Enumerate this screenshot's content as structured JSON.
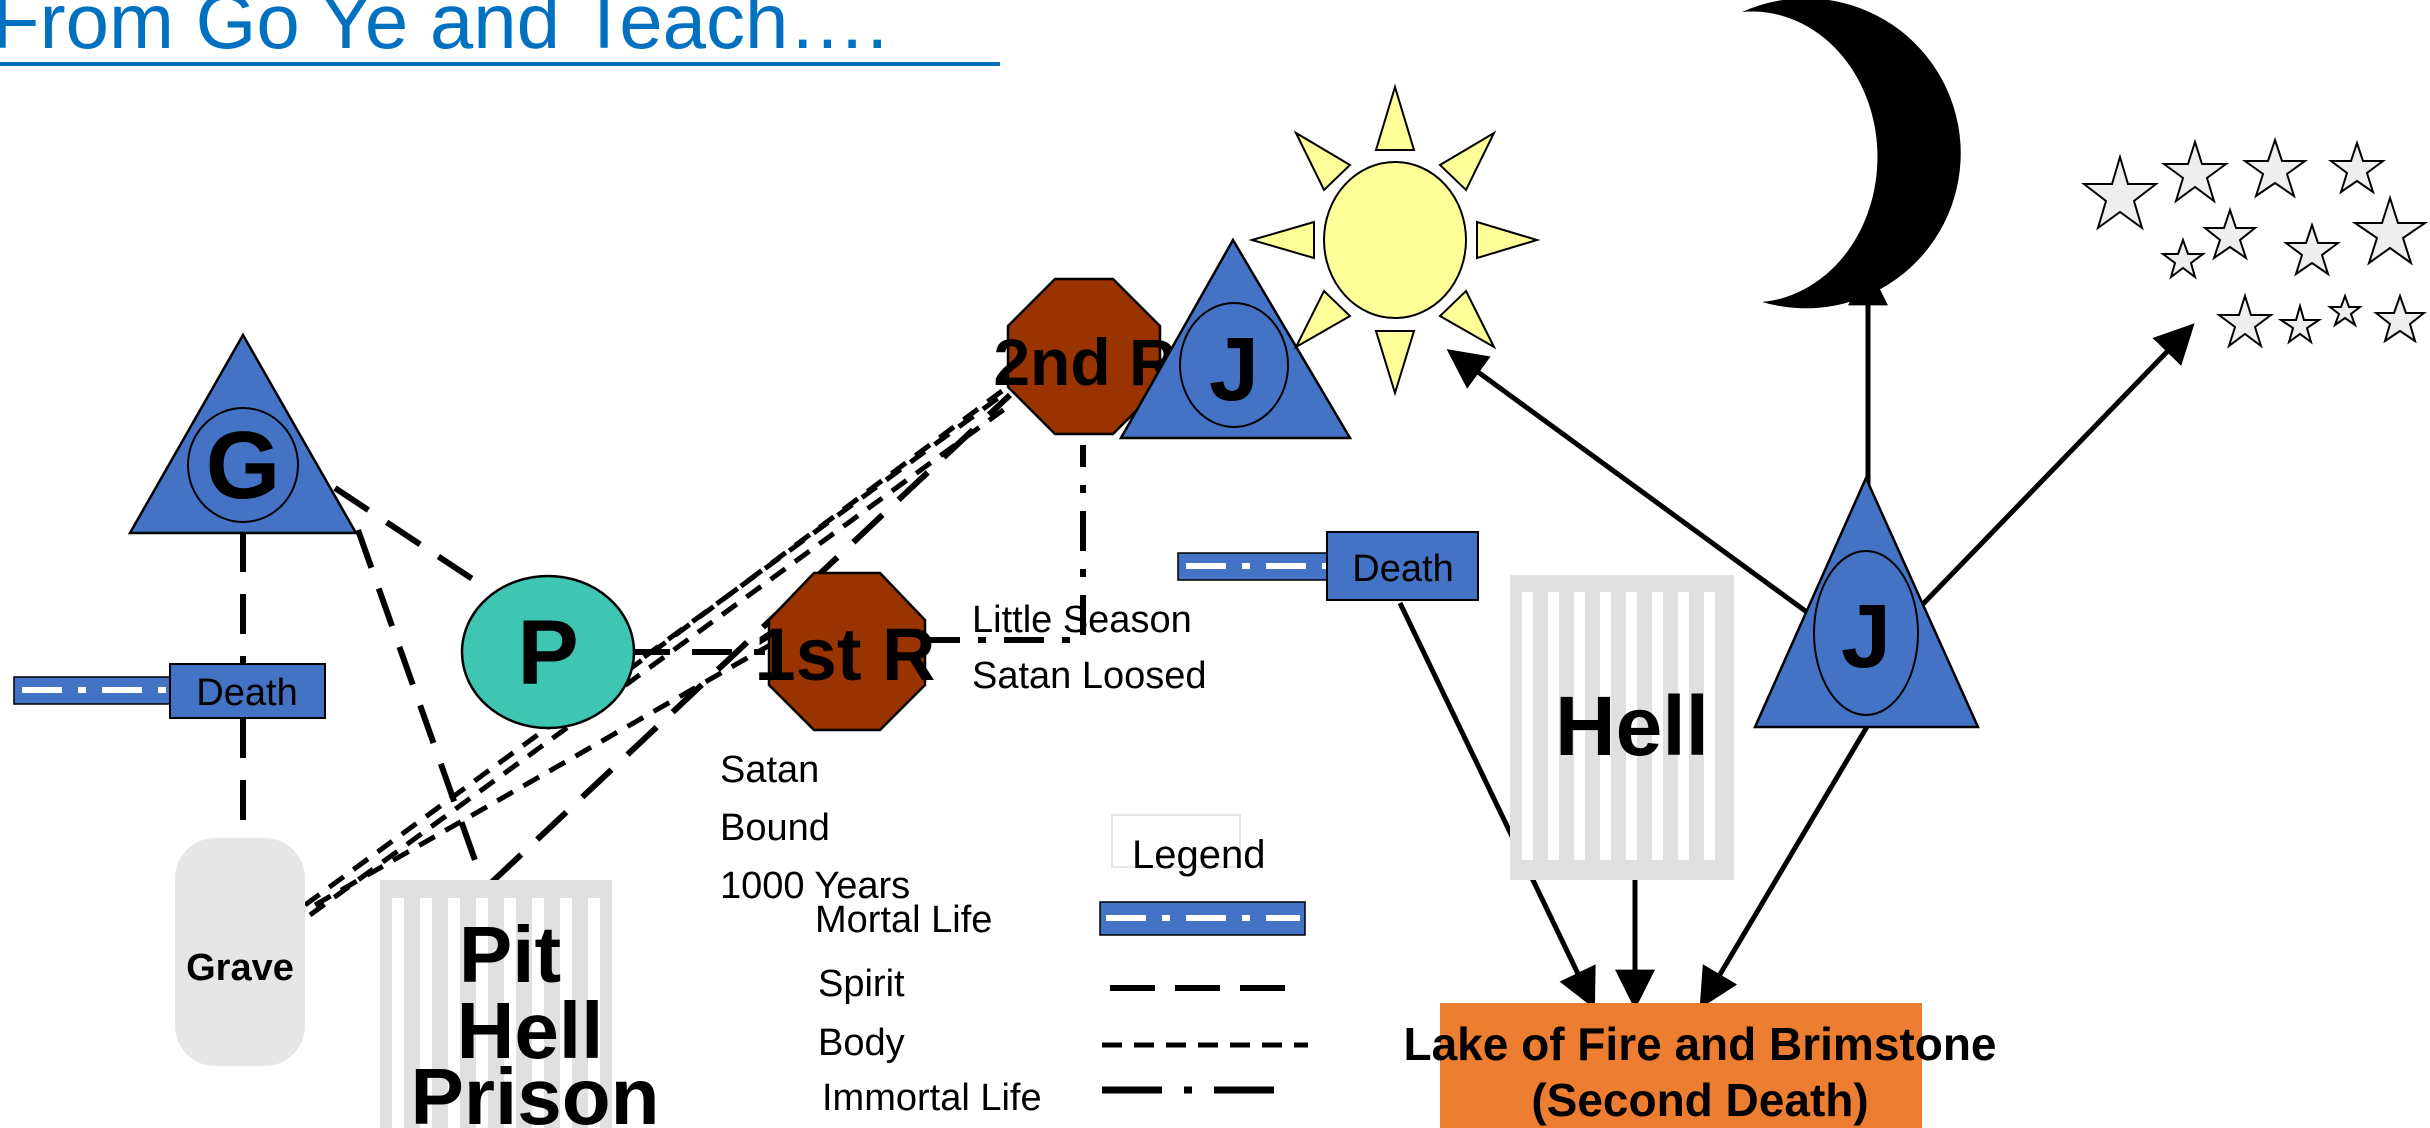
{
  "title": {
    "text": "From Go Ye and Teach…."
  },
  "nodes": {
    "god": "G",
    "paradise": "P",
    "first_resurrection": "1st R",
    "second_resurrection": "2nd R",
    "judgment_1": "J",
    "judgment_2": "J",
    "grave": "Grave",
    "pit_line1": "Pit",
    "pit_line2": "Hell",
    "pit_line3": "Prison",
    "hell": "Hell",
    "lake_line1": "Lake of Fire and Brimstone",
    "lake_line2": "(Second Death)"
  },
  "labels": {
    "death_left": "Death",
    "death_right": "Death",
    "satan_bound": [
      "Satan",
      "Bound",
      "1000 Years"
    ],
    "little_season": [
      "Little Season",
      "Satan Loosed"
    ]
  },
  "legend": {
    "title": "Legend",
    "items": [
      {
        "label": "Mortal Life",
        "style": "mortal"
      },
      {
        "label": "Spirit",
        "style": "spirit"
      },
      {
        "label": "Body",
        "style": "body"
      },
      {
        "label": "Immortal Life",
        "style": "immortal"
      }
    ]
  },
  "colors": {
    "title": "#0070c0",
    "triangle": "#4472c4",
    "paradise": "#3ec6b3",
    "octagon": "#993300",
    "lake": "#ed7d31",
    "sun": "#ffff99",
    "star": "#e6e6e6",
    "prison": "#e0e0e0"
  }
}
